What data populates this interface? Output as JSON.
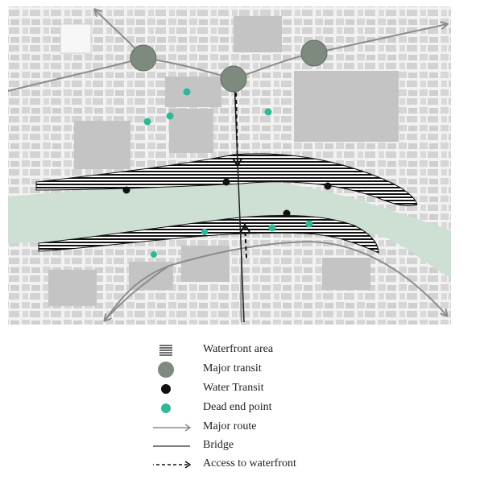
{
  "legend": {
    "items": [
      {
        "symbol": "hatch",
        "label": "Waterfront area"
      },
      {
        "symbol": "major-transit",
        "label": "Major transit"
      },
      {
        "symbol": "water-transit",
        "label": "Water Transit"
      },
      {
        "symbol": "dead-end",
        "label": "Dead end point"
      },
      {
        "symbol": "major-route",
        "label": "Major route"
      },
      {
        "symbol": "bridge",
        "label": "Bridge"
      },
      {
        "symbol": "access",
        "label": "Access to waterfront"
      }
    ]
  },
  "colors": {
    "river": "#cde0d3",
    "buildings": "#d2d2d2",
    "buildings_dark": "#bdbdbd",
    "streets": "#ffffff",
    "major_transit": "#7e8a7e",
    "water_transit": "#111111",
    "dead_end": "#2fb897",
    "route": "#8c8c8c"
  }
}
